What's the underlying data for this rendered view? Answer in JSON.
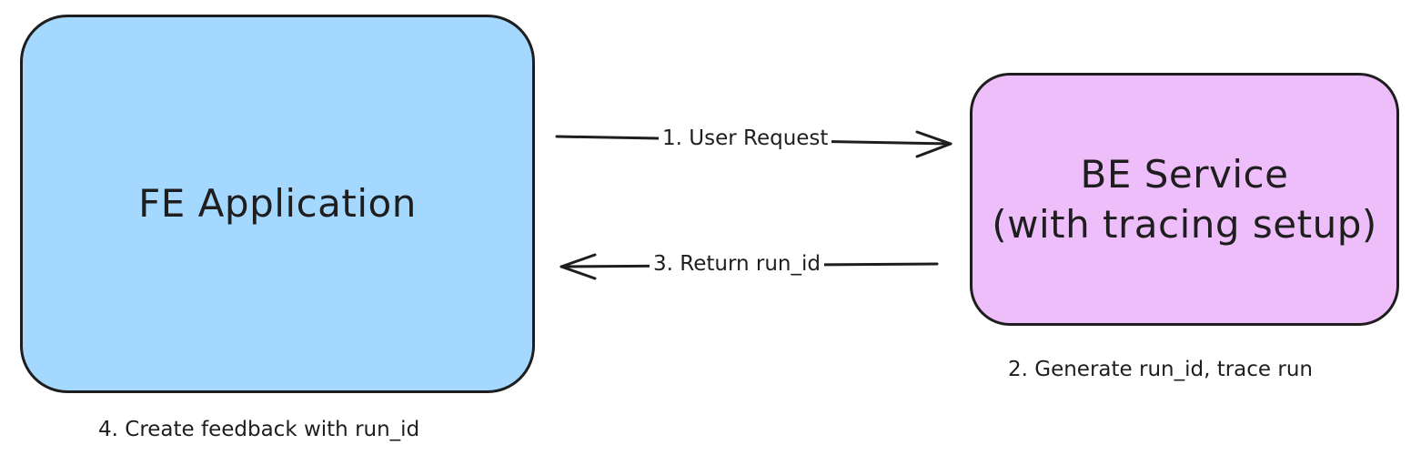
{
  "nodes": {
    "frontend": {
      "label": "FE Application",
      "fill": "#a5d8ff"
    },
    "backend": {
      "label_line1": "BE Service",
      "label_line2": "(with tracing setup)",
      "fill": "#eebefa"
    }
  },
  "edges": {
    "request": {
      "label": "1. User Request",
      "direction": "frontend-to-backend"
    },
    "return": {
      "label": "3. Return run_id",
      "direction": "backend-to-frontend"
    }
  },
  "notes": {
    "backend": "2. Generate run_id, trace run",
    "frontend": "4. Create feedback with run_id"
  },
  "colors": {
    "stroke": "#1e1e1e",
    "background": "#ffffff"
  }
}
